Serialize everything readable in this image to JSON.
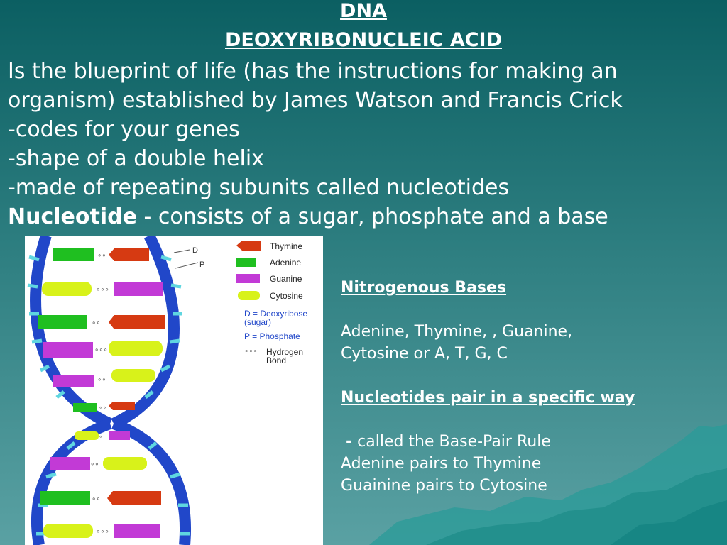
{
  "slide": {
    "title_line1": "DNA",
    "title_line2": "DEOXYRIBONUCLEIC ACID",
    "body": [
      "Is the blueprint of life (has the instructions for making an",
      "organism) established by James Watson and Francis Crick",
      "-codes for your genes",
      "-shape of a double helix",
      "-made of repeating subunits called nucleotides"
    ],
    "nucleotide_term": "Nucleotide",
    "nucleotide_def": " - consists of a sugar, phosphate and a base"
  },
  "diagram": {
    "label_d": "D",
    "label_p": "P",
    "legend": {
      "thymine": "Thymine",
      "adenine": "Adenine",
      "guanine": "Guanine",
      "cytosine": "Cytosine",
      "d_line1": "D = Deoxyribose",
      "d_line2": "(sugar)",
      "p_line": "P = Phosphate",
      "h_line1": "Hydrogen",
      "h_line2": "Bond"
    },
    "colors": {
      "thymine": "#d63a12",
      "adenine": "#1fbf20",
      "guanine": "#c23ad6",
      "cytosine": "#d8f21a",
      "backbone": "#2147c9",
      "phosphate": "#5fd6e0"
    }
  },
  "right": {
    "heading1": "Nitrogenous Bases",
    "bases_line1": "Adenine, Thymine, , Guanine,",
    "bases_line2": "Cytosine or A, T, G, C",
    "heading2": "Nucleotides pair in a specific way",
    "dash": "-",
    "rule_text": " called the Base-Pair Rule",
    "pair1": "Adenine pairs to Thymine",
    "pair2": "Guainine pairs to Cytosine"
  }
}
